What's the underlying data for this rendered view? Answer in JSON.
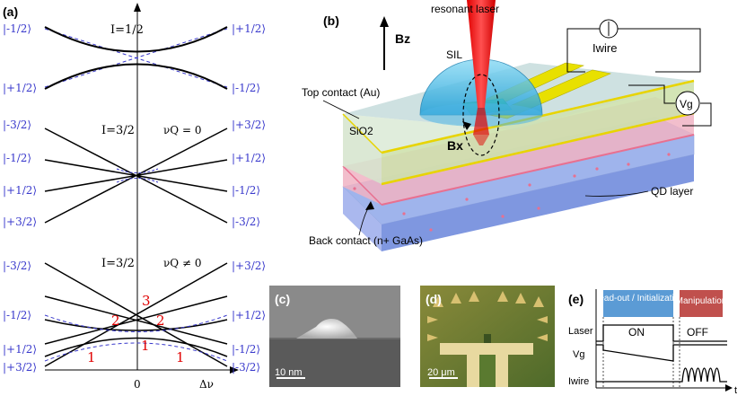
{
  "panel_labels": {
    "a": "(a)",
    "b": "(b)",
    "c": "(c)",
    "d": "(d)",
    "e": "(e)"
  },
  "panel_a": {
    "groups": [
      {
        "title": "I=1/2",
        "nu": "",
        "left": [
          "|-1/2⟩",
          "|+1/2⟩"
        ],
        "right": [
          "|+1/2⟩",
          "|-1/2⟩"
        ]
      },
      {
        "title": "I=3/2",
        "nu": "νQ = 0",
        "left": [
          "|-3/2⟩",
          "|-1/2⟩",
          "|+1/2⟩",
          "|+3/2⟩"
        ],
        "right": [
          "|+3/2⟩",
          "|+1/2⟩",
          "|-1/2⟩",
          "|-3/2⟩"
        ]
      },
      {
        "title": "I=3/2",
        "nu": "νQ ≠ 0",
        "left": [
          "|-3/2⟩",
          "|-1/2⟩",
          "|+1/2⟩",
          "|+3/2⟩"
        ],
        "right": [
          "|+3/2⟩",
          "|+1/2⟩",
          "|-1/2⟩",
          "|-3/2⟩"
        ]
      }
    ],
    "crossing_numbers": [
      "3",
      "2",
      "2",
      "1",
      "1",
      "1"
    ],
    "x_axis": {
      "zero": "0",
      "label": "Δν"
    }
  },
  "panel_b": {
    "resonant_laser": "resonant laser",
    "iwire": "Iwire",
    "bz": "Bz",
    "sil": "SIL",
    "top_contact": "Top contact (Au)",
    "sio2": "SiO2",
    "bx": "Bx",
    "vg": "Vg",
    "qd_layer": "QD layer",
    "back_contact": "Back contact (n+ GaAs)"
  },
  "panel_c": {
    "scale": "10 nm"
  },
  "panel_d": {
    "scale": "20 μm"
  },
  "panel_e": {
    "readout": "Read-out / Initialization",
    "manip": "Manipulation",
    "laser": "Laser",
    "on": "ON",
    "off": "OFF",
    "vg": "Vg",
    "iwire": "Iwire",
    "t": "t"
  },
  "colors": {
    "ket_blue": "#3a3acc",
    "red_numbers": "#e00000",
    "readout_box": "#5b9bd5",
    "manip_box": "#c0504d"
  }
}
